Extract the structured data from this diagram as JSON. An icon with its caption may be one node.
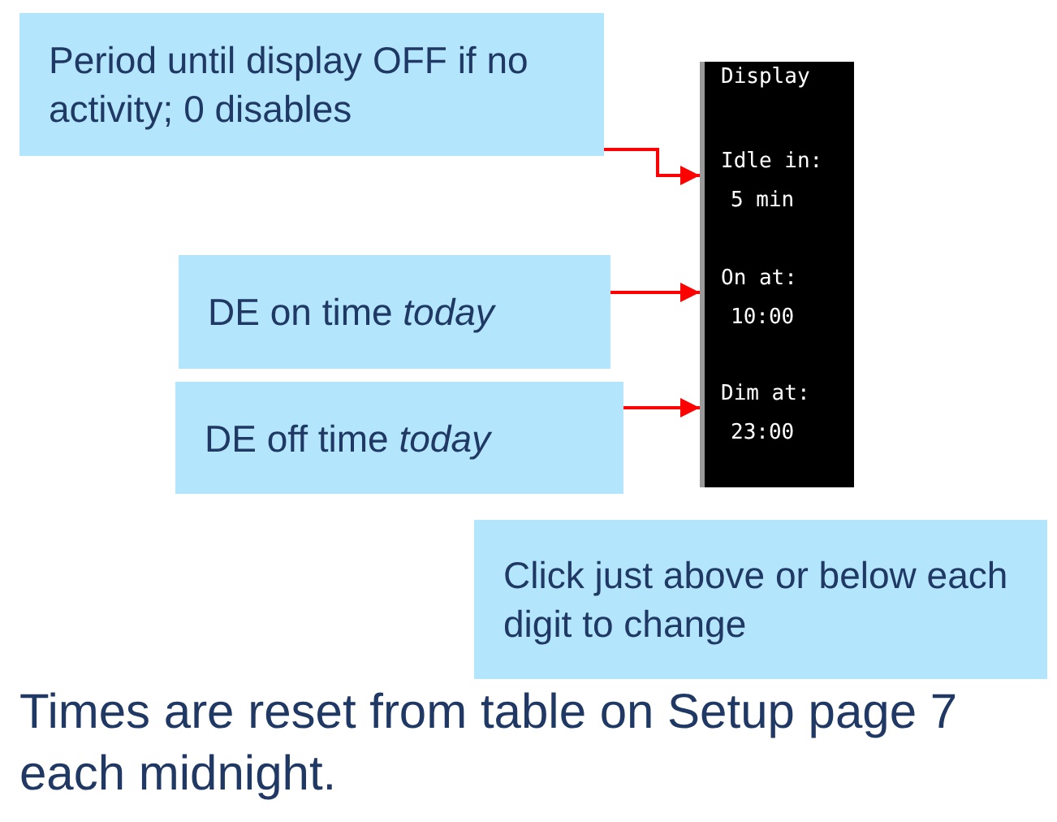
{
  "diagram": {
    "caption": "Times are reset from table on Setup page 7 each midnight.",
    "nodes": [
      {
        "text": [
          "Period until display OFF if no activity; 0 disables"
        ]
      },
      {
        "text": [
          "Display"
        ]
      },
      {
        "text": [
          "Idle in:",
          "5 min"
        ],
        "in": 1
      },
      {
        "text": [
          "On at:",
          "10:00"
        ],
        "in": 1
      },
      {
        "text": [
          "Dim at:",
          "23:00"
        ],
        "in": 1
      },
      {
        "text": [
          "DE on time *today*"
        ]
      },
      {
        "text": [
          "DE off time *today*"
        ]
      },
      {
        "text": [
          "Click just above or below each digit to change"
        ]
      }
    ],
    "edges": [
      {
        "from": 0,
        "to": 2,
        "arrow": "to"
      },
      {
        "from": 5,
        "to": 3,
        "arrow": "to"
      },
      {
        "from": 6,
        "to": 4,
        "arrow": "to"
      }
    ]
  }
}
